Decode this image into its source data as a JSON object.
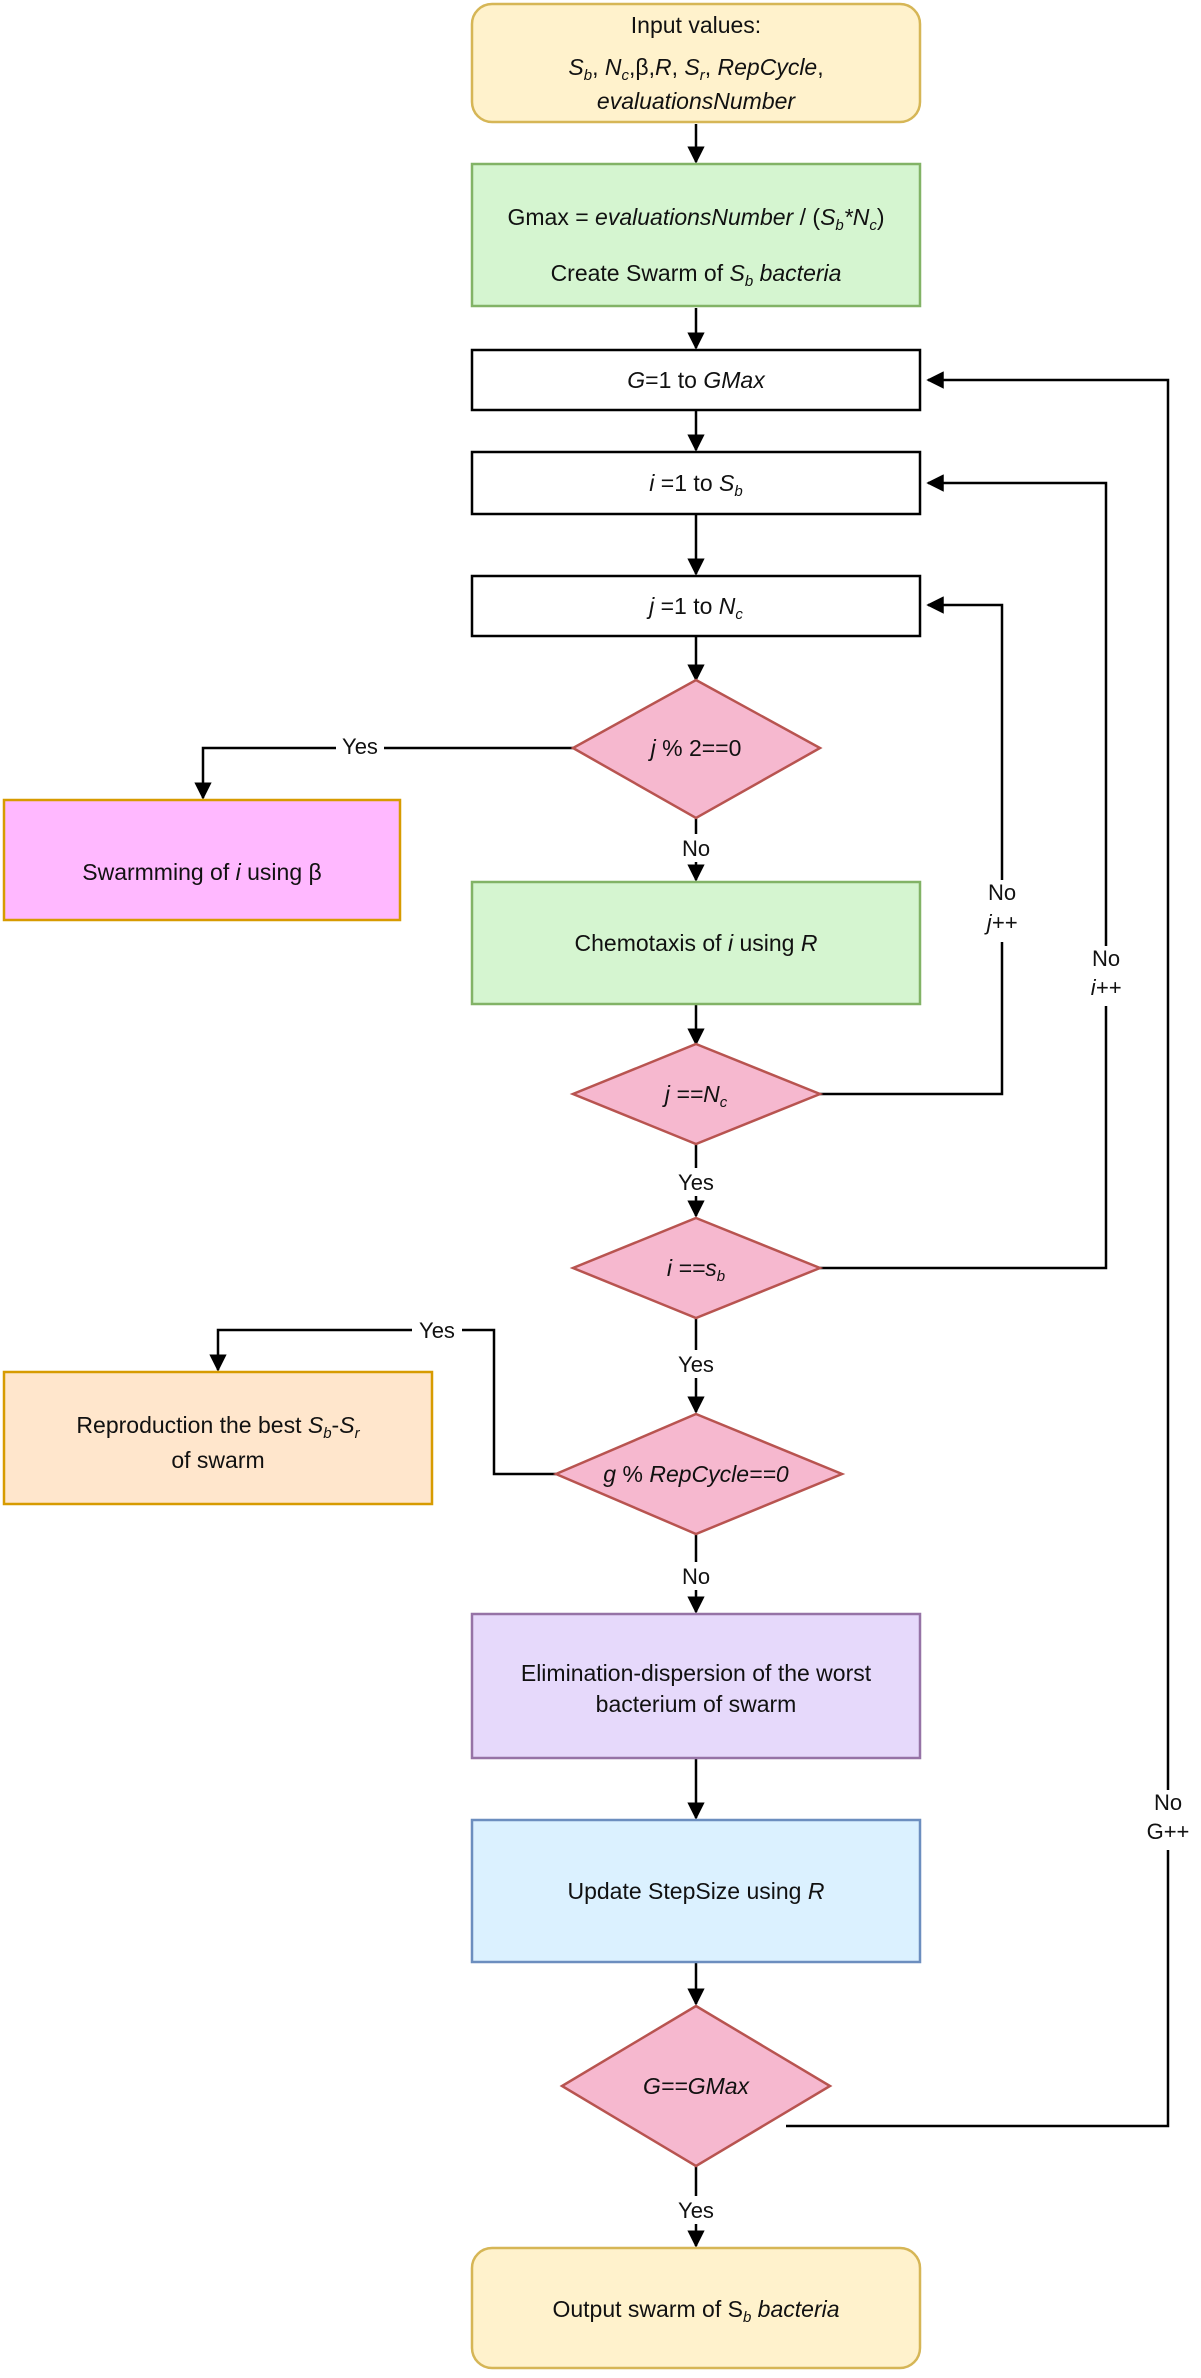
{
  "nodes": {
    "input": {
      "line1": "Input values:",
      "line2": [
        {
          "t": "S",
          "i": true
        },
        {
          "t": "b",
          "i": true,
          "sub": true
        },
        {
          "t": ", ",
          "i": false
        },
        {
          "t": "N",
          "i": true
        },
        {
          "t": "c",
          "i": true,
          "sub": true
        },
        {
          "t": ",β,",
          "i": false
        },
        {
          "t": "R",
          "i": true
        },
        {
          "t": ", ",
          "i": false
        },
        {
          "t": "S",
          "i": true
        },
        {
          "t": "r",
          "i": true,
          "sub": true
        },
        {
          "t": ", ",
          "i": false
        },
        {
          "t": "RepCycle",
          "i": true
        },
        {
          "t": ",",
          "i": false
        }
      ],
      "line3": "evaluationsNumber"
    },
    "gmax": {
      "line1": [
        {
          "t": "Gmax = ",
          "i": false
        },
        {
          "t": "evaluationsNumber",
          "i": true
        },
        {
          "t": " / (",
          "i": false
        },
        {
          "t": "S",
          "i": true
        },
        {
          "t": "b",
          "i": true,
          "sub": true
        },
        {
          "t": "*",
          "i": true
        },
        {
          "t": "N",
          "i": true
        },
        {
          "t": "c",
          "i": true,
          "sub": true
        },
        {
          "t": ")",
          "i": false
        }
      ],
      "line2": [
        {
          "t": "Create Swarm of ",
          "i": false
        },
        {
          "t": "S",
          "i": true
        },
        {
          "t": "b",
          "i": true,
          "sub": true
        },
        {
          "t": " bacteria",
          "i": true
        }
      ]
    },
    "loop_g": [
      {
        "t": "G",
        "i": true
      },
      {
        "t": "=1 to ",
        "i": false
      },
      {
        "t": "GMax",
        "i": true
      }
    ],
    "loop_i": [
      {
        "t": "i",
        "i": true
      },
      {
        "t": " =1 to ",
        "i": false
      },
      {
        "t": "S",
        "i": true
      },
      {
        "t": "b",
        "i": true,
        "sub": true
      }
    ],
    "loop_j": [
      {
        "t": "j",
        "i": true
      },
      {
        "t": " =1 to ",
        "i": false
      },
      {
        "t": "N",
        "i": true
      },
      {
        "t": "c",
        "i": true,
        "sub": true
      }
    ],
    "cond_j_even": [
      {
        "t": "j",
        "i": true
      },
      {
        "t": " % 2==0",
        "i": false
      }
    ],
    "swarming": [
      {
        "t": "Swarmming of ",
        "i": false
      },
      {
        "t": "i",
        "i": true
      },
      {
        "t": " using β",
        "i": false
      }
    ],
    "chemotaxis": [
      {
        "t": "Chemotaxis of ",
        "i": false
      },
      {
        "t": "i",
        "i": true
      },
      {
        "t": " using ",
        "i": false
      },
      {
        "t": "R",
        "i": true
      }
    ],
    "cond_j_nc": [
      {
        "t": "j",
        "i": true
      },
      {
        "t": " ==N",
        "i": true
      },
      {
        "t": "c",
        "i": true,
        "sub": true
      }
    ],
    "cond_i_sb": [
      {
        "t": "i",
        "i": true
      },
      {
        "t": " ==s",
        "i": true
      },
      {
        "t": "b",
        "i": true,
        "sub": true
      }
    ],
    "cond_repcycle": [
      {
        "t": "g",
        "i": true
      },
      {
        "t": " % ",
        "i": false
      },
      {
        "t": "RepCycle==0",
        "i": true
      }
    ],
    "reproduction": {
      "line1": [
        {
          "t": "Reproduction the best ",
          "i": false
        },
        {
          "t": "S",
          "i": true
        },
        {
          "t": "b",
          "i": true,
          "sub": true
        },
        {
          "t": "-",
          "i": false
        },
        {
          "t": "S",
          "i": true
        },
        {
          "t": "r",
          "i": true,
          "sub": true
        }
      ],
      "line2": "of swarm"
    },
    "elimination": {
      "line1": "Elimination-dispersion of the worst",
      "line2": "bacterium of swarm"
    },
    "update_step": [
      {
        "t": "Update StepSize using ",
        "i": false
      },
      {
        "t": "R",
        "i": true
      }
    ],
    "cond_gmax": [
      {
        "t": "G==GMax",
        "i": true
      }
    ],
    "output": [
      {
        "t": "Output swarm of S",
        "i": false
      },
      {
        "t": "b",
        "i": true,
        "sub": true
      },
      {
        "t": " bacteria",
        "i": true
      }
    ]
  },
  "edge_labels": {
    "yes": "Yes",
    "no": "No",
    "no_jpp_1": "No",
    "no_jpp_2": "j++",
    "no_ipp_1": "No",
    "no_ipp_2": "i++",
    "no_gpp_1": "No",
    "no_gpp_2": "G++"
  },
  "colors": {
    "terminal_fill": "#fff2cc",
    "terminal_stroke": "#d6b656",
    "green_fill": "#d5f5d0",
    "green_stroke": "#82b366",
    "decision_fill": "#f6b8cf",
    "decision_stroke": "#b85450",
    "pink_fill": "#ffb8ff",
    "pink_stroke": "#d79b00",
    "orange_fill": "#ffe6cc",
    "orange_stroke": "#d79b00",
    "purple_fill": "#e6d9fb",
    "purple_stroke": "#9673a6",
    "blue_fill": "#dbf1ff",
    "blue_stroke": "#6c8ebf",
    "plain_stroke": "#000000"
  }
}
